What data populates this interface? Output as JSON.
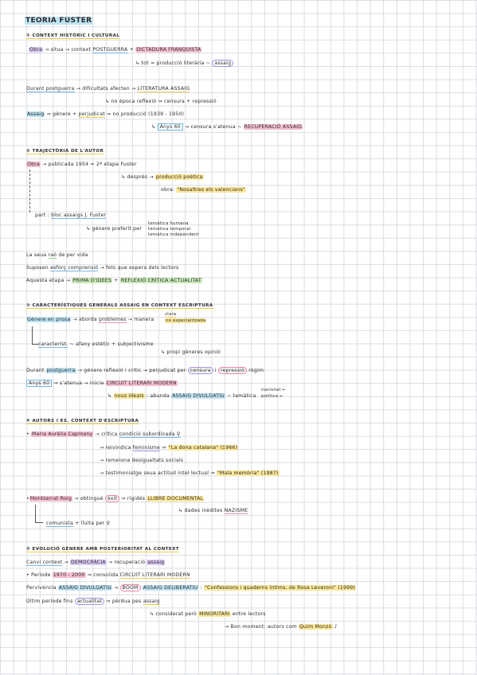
{
  "title": "TEORIA FUSTER",
  "s1": {
    "heading": "① CONTEXT HISTÒRIC I CULTURAL",
    "l1a": "Obra",
    "l1b": " → situa → context ",
    "l1c": "POSTGUERRA",
    "l1d": " + ",
    "l1e": "DICTADURA FRANQUISTA",
    "l2a": "↳ tot = producció literària ~ ",
    "l2b": "assaig",
    "l3a": "Durant ",
    "l3b": "postguerra",
    "l3c": " → dificultats afecten → ",
    "l3d": "LITERATURA ASSAIG",
    "l4": "↳ no època reflexió ⇒ censura + repressió",
    "l5a": "Assaig",
    "l5b": " ⇒ gènere + ",
    "l5c": "perjudicat",
    "l5d": " ⇒ no producció (1939 - 1950)",
    "l6a": "↳ ",
    "l6b": "Anys 60",
    "l6c": " → censura s'atenua ~ ",
    "l6d": "RECUPERACIÓ ASSAIG"
  },
  "s2": {
    "heading": "② TRAJECTÒRIA DE L'AUTOR",
    "l1a": "Obra",
    "l1b": " → publicada 1954 = 2ª etapa Fuster",
    "l2a": "↳ després → ",
    "l2b": "producció poètica",
    "l3a": "obra: ",
    "l3b": "\"Nosaltres els valencians\"",
    "l4a": "part : ",
    "l4b": "bloc assaigs J. Fuster",
    "l5": "↳ gènere preferit per",
    "l5x": "temàtica humana",
    "l5y": "temàtica temporal",
    "l5z": "temàtica independent",
    "l6a": "La seua ",
    "l6b": "raó",
    "l6c": " de per vida",
    "l7a": "Suposen ",
    "l7b": "esforç comprensió",
    "l7c": " → fets que espera dels lectors",
    "l8a": "Aquesta etapa → ",
    "l8b": "PRIMA D'IDEES",
    "l8c": " + ",
    "l8d": "REFLEXIÓ CRÍTICA ACTUALITAT"
  },
  "s3": {
    "heading": "③ CARACTERÍSTIQUES GENERALS ASSAIG EN CONTEXT ESCRIPTURA",
    "l1a": "Gènere en prosa",
    "l1b": " → aborda ",
    "l1c": "problemes",
    "l1d": " → manera ",
    "l1e": "clara",
    "l1f": "no especialitzada",
    "l2a": "característ.",
    "l2b": " ~ afany estètic + subjectivisme",
    "l3": "↳ propi gèneres opinió",
    "l4a": "Durant ",
    "l4b": "postguerra",
    "l4c": " → gènere reflexió i crític → perjudicat per ",
    "l4d": "censura",
    "l4e": " i ",
    "l4f": "repressió",
    "l4g": " règim",
    "l5a": "Anys 60",
    "l5b": " ⇒ s'atenua → inicia ",
    "l5c": "CIRCUIT LITERARI MODERN",
    "l6a": "↳ ",
    "l6b": "nous ideals",
    "l6c": " : abunda ",
    "l6d": "ASSAIG DIVULGATIU",
    "l6e": " ~ temàtica",
    "l6f": "nacional ←",
    "l6g": "política ←"
  },
  "s4": {
    "heading": "④ AUTORS I ES. CONTEXT D'ESCRIPTURA",
    "l1a": "• ",
    "l1b": "Maria Aurèlia Capmany",
    "l1c": " → crítica ",
    "l1d": "condició subordinada ♀",
    "l2a": "→ reivindica ",
    "l2b": "feminisme",
    "l2c": " ⇒ ",
    "l2d": "\"La dona catalana\" (1966)",
    "l3": "→ remeiona desigualtats socials",
    "l4a": "→ testimoniatge seua actitud intel·lectual ⇒ ",
    "l4b": "\"Mala memòria\" (1987)",
    "l5a": "•",
    "l5b": "Montserrat Roig",
    "l5c": " → obtingué ",
    "l5d": "èxit",
    "l5e": " ⇒ rigidés ",
    "l5f": "LLIBRE DOCUMENTAL",
    "l6": "↳ dades inèdites ",
    "l6b": "NAZISME",
    "l7a": "comunista",
    "l7b": " + lluita per ♀"
  },
  "s5": {
    "heading": "⑤ EVOLUCIÓ GÈNERE AMB POSTERIORITAT AL CONTEXT",
    "l1a": "Canvi context",
    "l1b": " → ",
    "l1c": "DEMOCRÀCIA",
    "l1d": " → recuperació ",
    "l1e": "assaig",
    "l2a": "• Període ",
    "l2b": "1970 - 2000",
    "l2c": " ⇒ consolida ",
    "l2d": "CIRCUIT LITERARI MODERN",
    "l3a": "Pervivència ",
    "l3b": "ASSAIG DIVULGATIU",
    "l3c": " → ",
    "l3d": "BOOM",
    "l3e": " ",
    "l3f": "ASSAIG DELIBERATIU",
    "l3g": " : ",
    "l3h": "\"Confessions i quaderns íntims, de Rosa Leveroni\" (1999)",
    "l4a": "Últim període fins ",
    "l4b": "actualitat",
    "l4c": " ⇒ pèrdua pes ",
    "l4d": "assaig",
    "l5a": "↳ considerat però ",
    "l5b": "MINORITARI",
    "l5c": " entre lectors",
    "l6a": "→ Bon moment: autors com ",
    "l6b": "Quim Monzó",
    "l6c": " ♪"
  }
}
